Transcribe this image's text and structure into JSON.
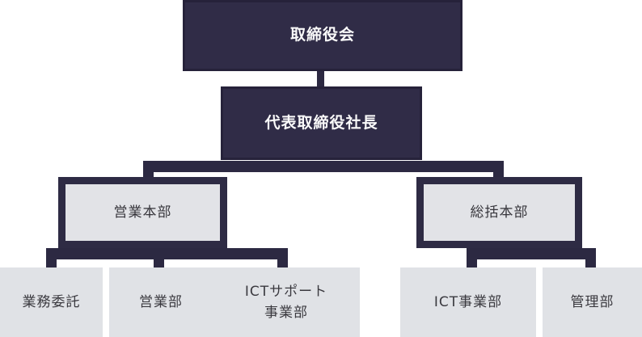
{
  "org": {
    "type": "org-chart",
    "nodes": {
      "board": {
        "label": "取締役会"
      },
      "president": {
        "label": "代表取締役社長"
      },
      "sales_hq": {
        "label": "営業本部"
      },
      "general_hq": {
        "label": "総括本部"
      },
      "outsourcing": {
        "label": "業務委託"
      },
      "sales_dept": {
        "label": "営業部"
      },
      "ict_support": {
        "line1": "ICTサポート",
        "line2": "事業部"
      },
      "ict_division": {
        "label": "ICT事業部"
      },
      "admin_dept": {
        "label": "管理部"
      }
    },
    "hierarchy": {
      "取締役会": [
        "代表取締役社長"
      ],
      "代表取締役社長": [
        "営業本部",
        "総括本部"
      ],
      "営業本部": [
        "業務委託",
        "営業部",
        "ICTサポート事業部"
      ],
      "総括本部": [
        "ICT事業部",
        "管理部"
      ]
    },
    "colors": {
      "dark_box_fill": "#302c47",
      "hq_box_fill": "#e2e3e7",
      "hq_box_border": "#2e2b44",
      "light_box_fill": "#e0e2e6",
      "connector": "#2c2942",
      "text_on_dark": "#fafafa",
      "text_on_light": "#3a393f",
      "background": "#ffffff"
    }
  }
}
